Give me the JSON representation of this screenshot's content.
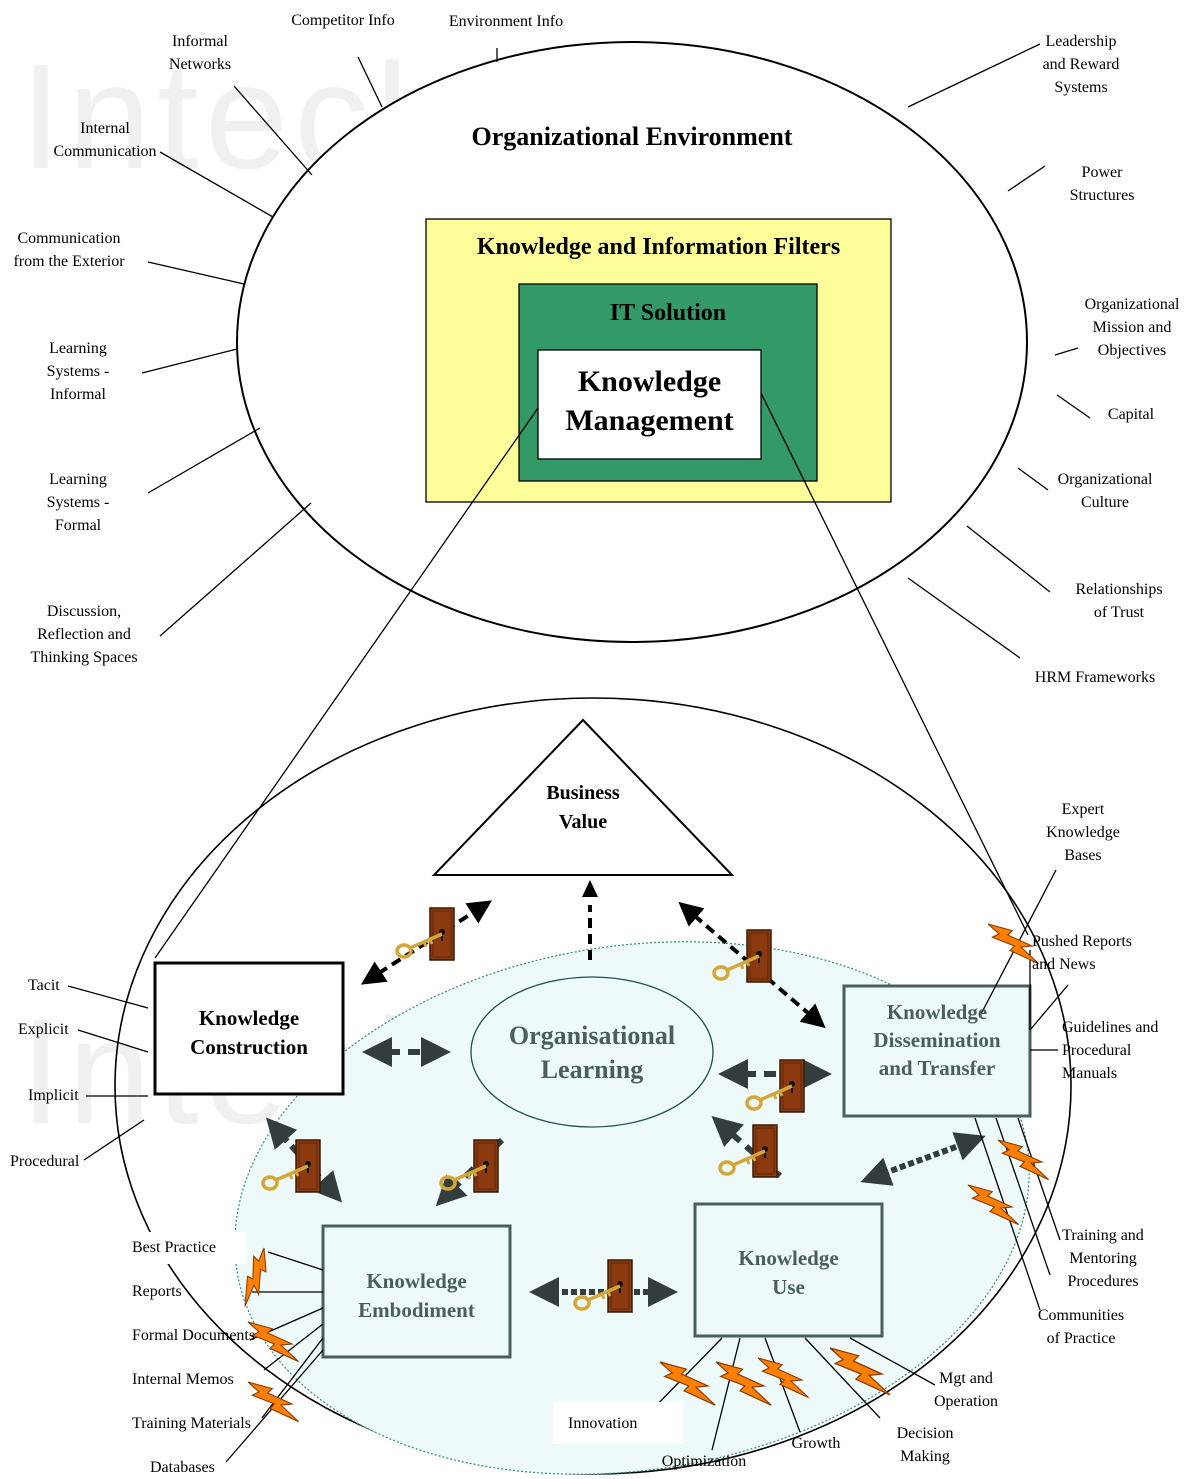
{
  "top": {
    "environment_title": "Organizational Environment",
    "filters_title": "Knowledge and Information Filters",
    "it_title": "IT Solution",
    "km_title": "Knowledge\nManagement"
  },
  "env_factors": {
    "competitor_info": "Competitor Info",
    "environment_info": "Environment Info",
    "informal_networks": "Informal\nNetworks",
    "internal_communication": "Internal\nCommunication",
    "communication_exterior": "Communication\nfrom the Exterior",
    "learning_informal": "Learning\nSystems -\nInformal",
    "learning_formal": "Learning\nSystems -\nFormal",
    "discussion_spaces": "Discussion,\nReflection and\nThinking Spaces",
    "leadership_reward": "Leadership\nand Reward\nSystems",
    "power_structures": "Power\nStructures",
    "mission_objectives": "Organizational\nMission and\nObjectives",
    "capital": "Capital",
    "org_culture": "Organizational\nCulture",
    "relationships_trust": "Relationships\nof Trust",
    "hrm_frameworks": "HRM Frameworks"
  },
  "process": {
    "business_value": "Business\nValue",
    "org_learning": "Organisational\nLearning",
    "construction": "Knowledge\nConstruction",
    "dissemination": "Knowledge\nDissemination\nand Transfer",
    "embodiment": "Knowledge\nEmbodiment",
    "use": "Knowledge\nUse"
  },
  "knowledge_types": {
    "tacit": "Tacit",
    "explicit": "Explicit",
    "implicit": "Implicit",
    "procedural": "Procedural"
  },
  "dissemination_items": {
    "expert_bases": "Expert\nKnowledge\nBases",
    "pushed_reports": "Pushed Reports\nand News",
    "guidelines": "Guidelines and\nProcedural\nManuals",
    "training_mentoring": "Training and\nMentoring\nProcedures",
    "communities": "Communities\nof Practice"
  },
  "embodiment_items": {
    "best_practice": "Best Practice",
    "reports": "Reports",
    "formal_documents": "Formal Documents",
    "internal_memos": "Internal Memos",
    "training_materials": "Training Materials",
    "databases": "Databases"
  },
  "use_items": {
    "innovation": "Innovation",
    "optimization": "Optimization",
    "growth": "Growth",
    "decision_making": "Decision\nMaking",
    "mgt_operation": "Mgt and\nOperation"
  },
  "colors": {
    "filters_fill": "#fdfd9a",
    "it_fill": "#339966",
    "process_ellipse_fill": "#eefafa",
    "box_text": "#4a5e5e",
    "arrow": "#333d3d",
    "lightning": "#ff7f00",
    "door": "#8b3a10",
    "key": "#d4a638"
  },
  "watermark": "IntechOpen"
}
